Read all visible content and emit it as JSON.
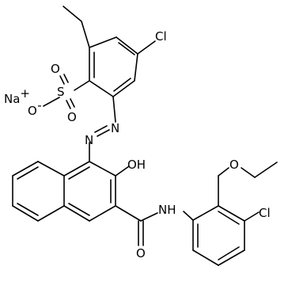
{
  "labels": {
    "na": "Na",
    "na_charge": "+",
    "o_minus": "O",
    "o_minus_charge": "-",
    "s": "S",
    "o_top": "O",
    "o_bottom": "O",
    "cl_top": "Cl",
    "n1": "N",
    "n2": "N",
    "oh": "OH",
    "o_ether": "O",
    "nh": "NH",
    "o_amide": "O",
    "cl_right": "Cl"
  },
  "colors": {
    "bond": "#000000",
    "text": "#000000",
    "background": "#ffffff"
  }
}
